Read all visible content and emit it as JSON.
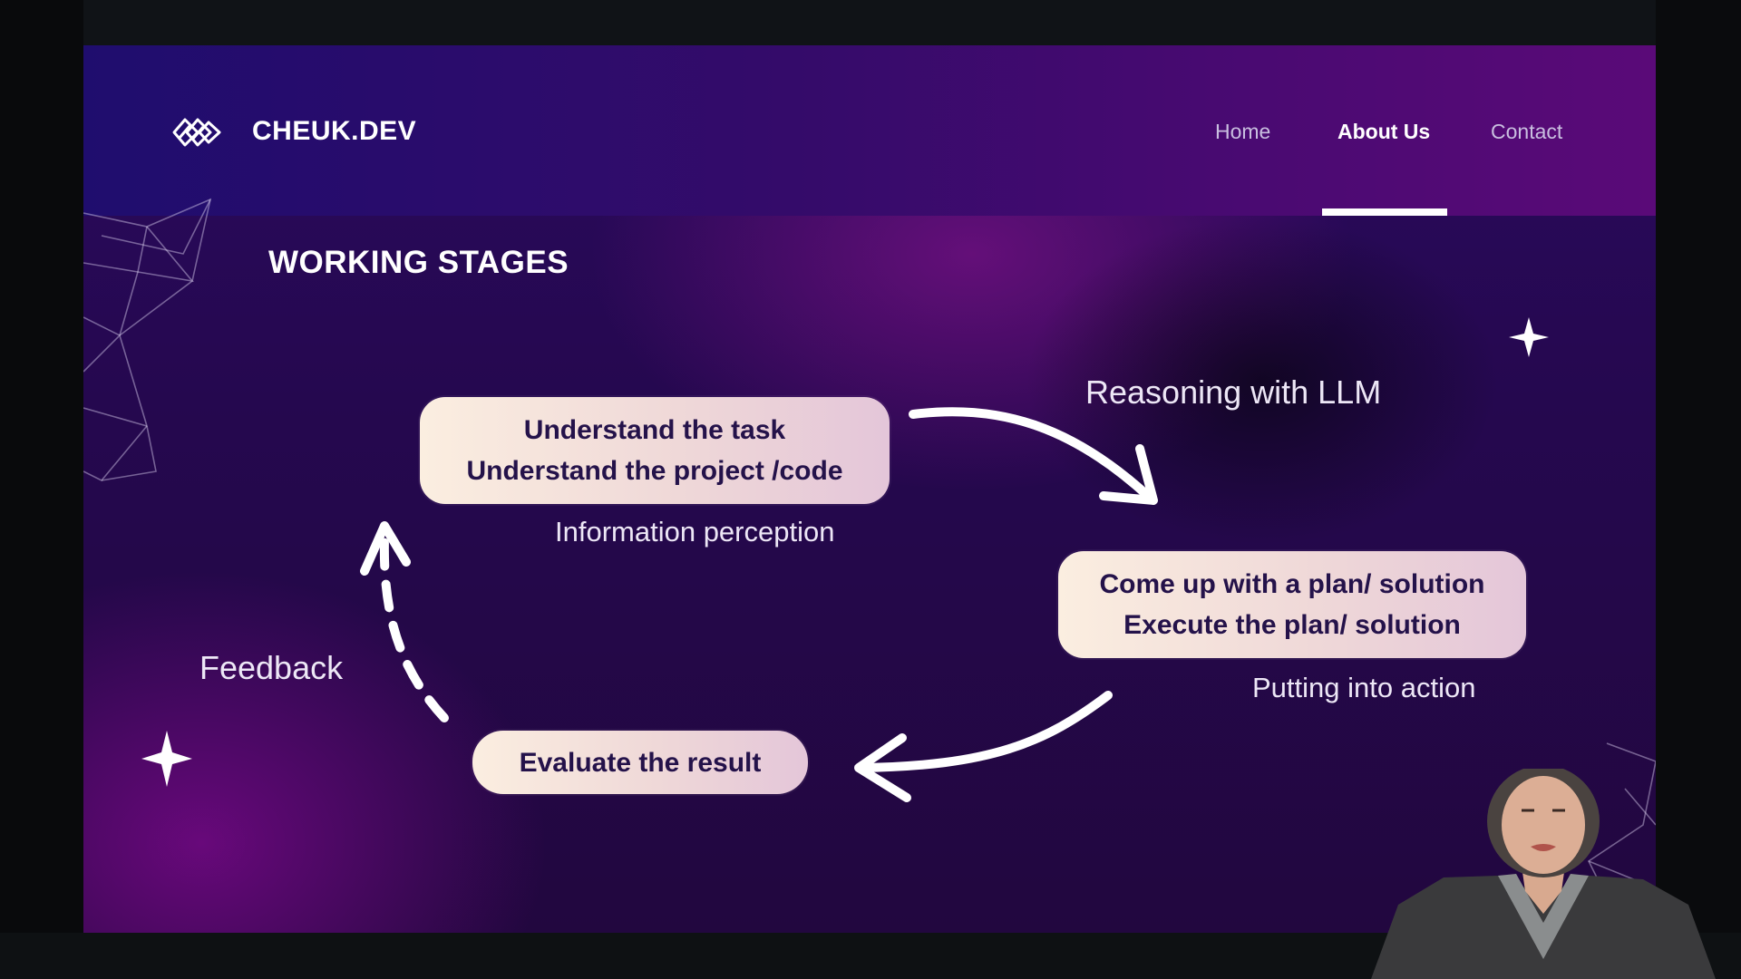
{
  "header": {
    "brand": "CHEUK.DEV",
    "nav": [
      {
        "label": "Home",
        "active": false
      },
      {
        "label": "About Us",
        "active": true
      },
      {
        "label": "Contact",
        "active": false
      }
    ]
  },
  "slide": {
    "title": "WORKING STAGES",
    "stages": [
      {
        "lines": [
          "Understand the task",
          "Understand the project /code"
        ],
        "caption": "Information perception"
      },
      {
        "lines": [
          "Come up with a plan/ solution",
          "Execute the plan/ solution"
        ],
        "caption": "Putting into action"
      },
      {
        "lines": [
          "Evaluate the result"
        ]
      }
    ],
    "arrow_labels": {
      "reasoning": "Reasoning with LLM",
      "feedback": "Feedback"
    }
  },
  "colors": {
    "box_text": "#24124a",
    "accent": "#ffffff",
    "background": "#25084f"
  }
}
